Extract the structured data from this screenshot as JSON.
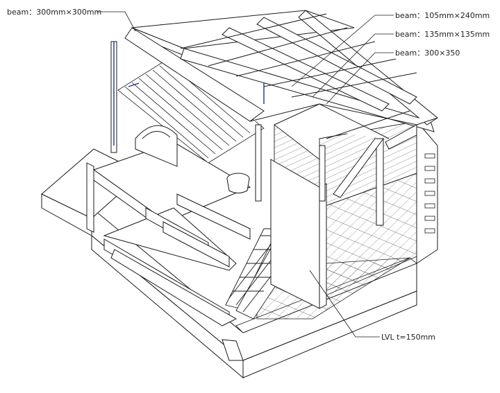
{
  "labels": {
    "beam_300": "beam：300mm×300mm",
    "beam_105": "beam：105mm×240mm",
    "beam_135": "beam：135mm×135mm",
    "beam_300x350": "beam：300×350",
    "lvl": "LVL t=150mm"
  },
  "colors": {
    "line": "#1a1a1a",
    "accent": "#1f2f9e",
    "background": "#ffffff"
  }
}
